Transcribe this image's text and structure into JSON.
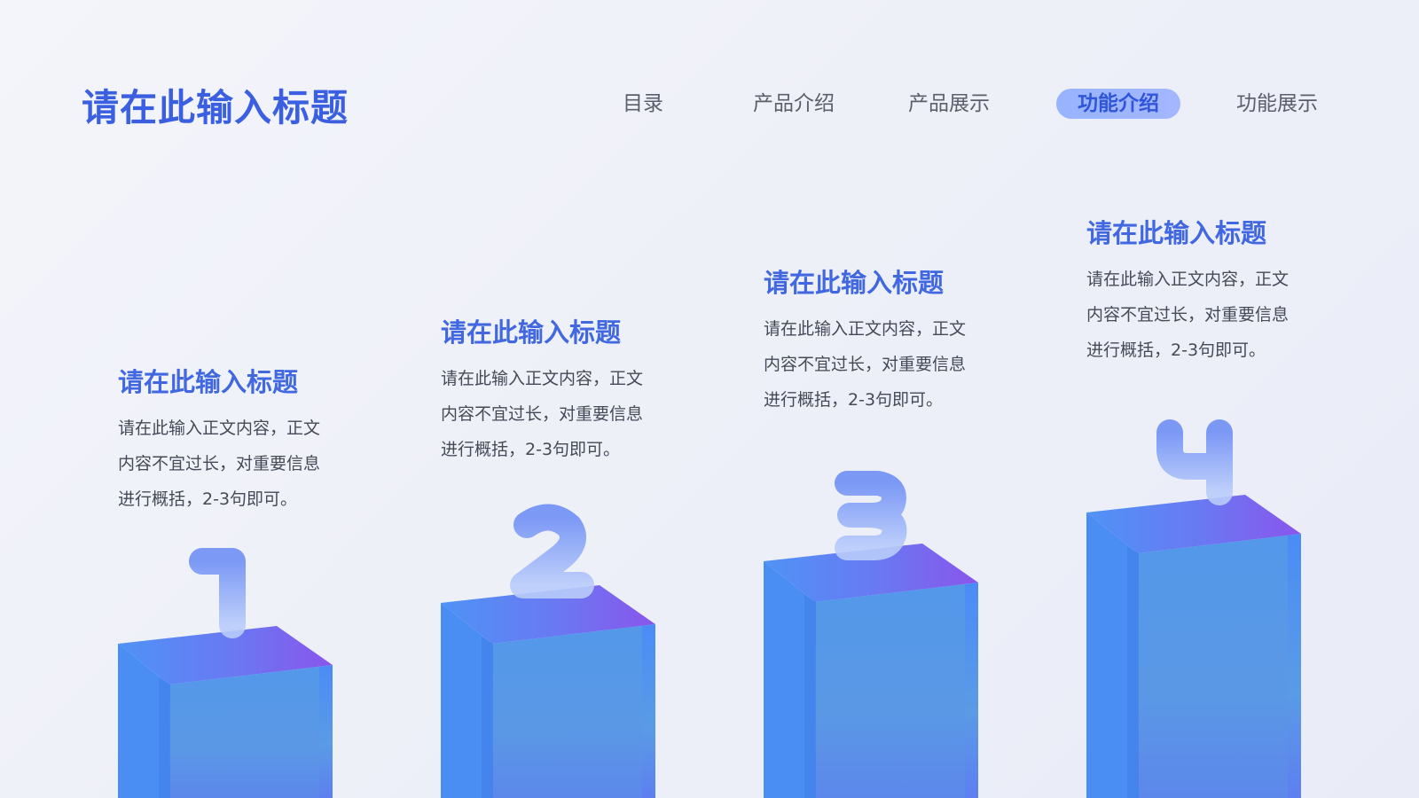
{
  "header": {
    "title": "请在此输入标题"
  },
  "nav": {
    "items": [
      {
        "label": "目录",
        "active": false
      },
      {
        "label": "产品介绍",
        "active": false
      },
      {
        "label": "产品展示",
        "active": false
      },
      {
        "label": "功能介绍",
        "active": true
      },
      {
        "label": "功能展示",
        "active": false
      }
    ]
  },
  "steps": [
    {
      "number": "1",
      "title": "请在此输入标题",
      "body": [
        "请在此输入正文内容，正文",
        "内容不宜过长，对重要信息",
        "进行概括，2-3句即可。"
      ]
    },
    {
      "number": "2",
      "title": "请在此输入标题",
      "body": [
        "请在此输入正文内容，正文",
        "内容不宜过长，对重要信息",
        "进行概括，2-3句即可。"
      ]
    },
    {
      "number": "3",
      "title": "请在此输入标题",
      "body": [
        "请在此输入正文内容，正文",
        "内容不宜过长，对重要信息",
        "进行概括，2-3句即可。"
      ]
    },
    {
      "number": "4",
      "title": "请在此输入标题",
      "body": [
        "请在此输入正文内容，正文",
        "内容不宜过长，对重要信息",
        "进行概括，2-3句即可。"
      ]
    }
  ],
  "colors": {
    "accent": "#3a5fe0",
    "nav_active_bg": "#9fb5ff",
    "pillar_front": "#4f8ff5",
    "pillar_top": "#7a5cf0"
  }
}
